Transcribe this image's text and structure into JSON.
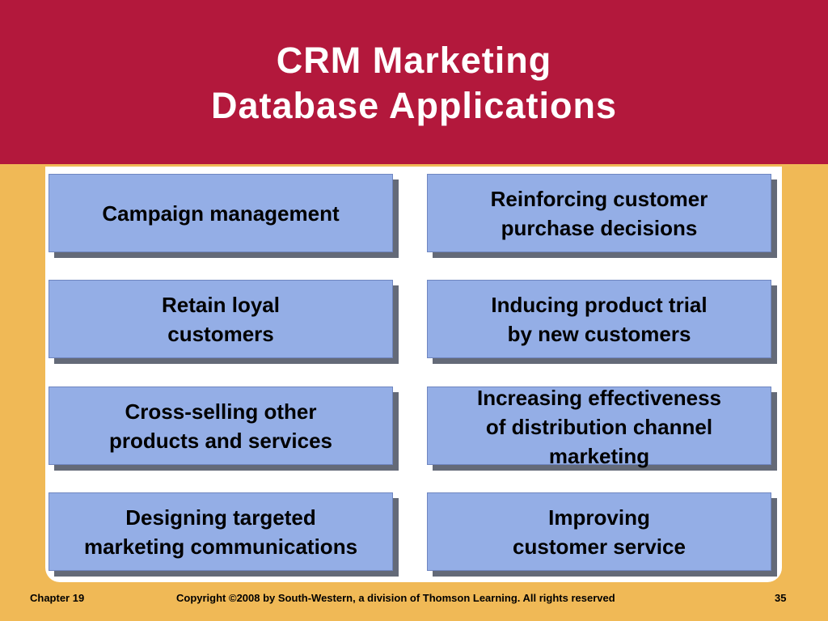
{
  "slide": {
    "title_line1": "CRM Marketing",
    "title_line2": "Database Applications"
  },
  "boxes": {
    "left": [
      {
        "lines": [
          "Campaign management"
        ]
      },
      {
        "lines": [
          "Retain loyal",
          "customers"
        ]
      },
      {
        "lines": [
          "Cross-selling other",
          "products and services"
        ]
      },
      {
        "lines": [
          "Designing targeted",
          "marketing communications"
        ]
      }
    ],
    "right": [
      {
        "lines": [
          "Reinforcing customer",
          "purchase decisions"
        ]
      },
      {
        "lines": [
          "Inducing product trial",
          "by new customers"
        ]
      },
      {
        "lines": [
          "Increasing effectiveness",
          "of distribution channel",
          "marketing"
        ]
      },
      {
        "lines": [
          "Improving",
          "customer service"
        ]
      }
    ]
  },
  "footer": {
    "chapter": "Chapter 19",
    "copyright": "Copyright ©2008 by South-Western, a division of Thomson Learning.  All rights reserved",
    "page_number": "35"
  },
  "colors": {
    "title_band": "#b3183c",
    "background": "#f0b956",
    "box_fill": "#94aee6",
    "box_shadow": "#646a78",
    "panel": "#ffffff"
  }
}
